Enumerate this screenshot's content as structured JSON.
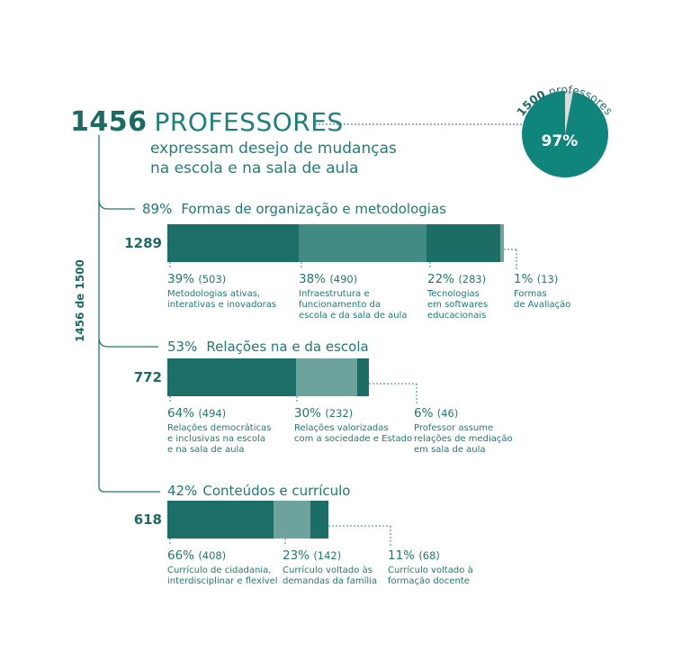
{
  "header": {
    "total_number": "1456",
    "total_word": "PROFESSORES",
    "subtitle_line1": "expressam desejo de mudanças",
    "subtitle_line2": "na escola e na sala de aula",
    "vertical_label": "1456 de 1500"
  },
  "pie": {
    "arc_number": "1500",
    "arc_word": "professores",
    "center_label": "97%",
    "value_pct": 97,
    "colors": {
      "main": "#0f857c",
      "rest": "#d8dcdc"
    }
  },
  "colors": [
    "#1c6f68",
    "#428a84",
    "#1d6d67",
    "#6da29d"
  ],
  "chart_data": [
    {
      "type": "bar",
      "title": "Formas de organização e metodologias",
      "title_pct": "89%",
      "total": 1289,
      "series": [
        {
          "name": "Metodologias ativas, interativas e inovadoras",
          "percent": 39,
          "value": 503,
          "lines": [
            "Metodologias ativas,",
            "interativas e inovadoras"
          ],
          "color": "#1c6f68"
        },
        {
          "name": "Infraestrutura e funcionamento da escola e da sala de aula",
          "percent": 38,
          "value": 490,
          "lines": [
            "Infraestrutura e",
            "funcionamento da",
            "escola e da sala de aula"
          ],
          "color": "#428a84"
        },
        {
          "name": "Tecnologias em softwares educacionais",
          "percent": 22,
          "value": 283,
          "lines": [
            "Tecnologias",
            "em softwares",
            "educacionais"
          ],
          "color": "#1d6d67"
        },
        {
          "name": "Formas de Avaliação",
          "percent": 1,
          "value": 13,
          "lines": [
            "Formas",
            "de Avaliação"
          ],
          "color": "#6da29d"
        }
      ]
    },
    {
      "type": "bar",
      "title": "Relações na e da escola",
      "title_pct": "53%",
      "total": 772,
      "series": [
        {
          "name": "Relações democráticas e inclusivas na escola e na sala de aula",
          "percent": 64,
          "value": 494,
          "lines": [
            "Relações democráticas",
            "e inclusivas na escola",
            "e na sala de aula"
          ],
          "color": "#1c6f68"
        },
        {
          "name": "Relações valorizadas com a sociedade e Estado",
          "percent": 30,
          "value": 232,
          "lines": [
            "Relações valorizadas",
            "com a sociedade e Estado"
          ],
          "color": "#6da29d"
        },
        {
          "name": "Professor assume relações de mediação em sala de aula",
          "percent": 6,
          "value": 46,
          "lines": [
            "Professor assume",
            "relações de mediação",
            "em sala de aula"
          ],
          "color": "#1d6d67"
        }
      ]
    },
    {
      "type": "bar",
      "title": "Conteúdos e currículo",
      "title_pct": "42%",
      "total": 618,
      "series": [
        {
          "name": "Currículo de cidadania, interdisciplinar e flexível",
          "percent": 66,
          "value": 408,
          "lines": [
            "Currículo de cidadania,",
            "interdisciplinar e flexível"
          ],
          "color": "#1c6f68"
        },
        {
          "name": "Currículo voltado às demandas da família",
          "percent": 23,
          "value": 142,
          "lines": [
            "Currículo voltado às",
            "demandas da família"
          ],
          "color": "#6da29d"
        },
        {
          "name": "Currículo voltado à formação docente",
          "percent": 11,
          "value": 68,
          "lines": [
            "Currículo voltado à",
            "formação docente"
          ],
          "color": "#1d6d67"
        }
      ]
    }
  ]
}
